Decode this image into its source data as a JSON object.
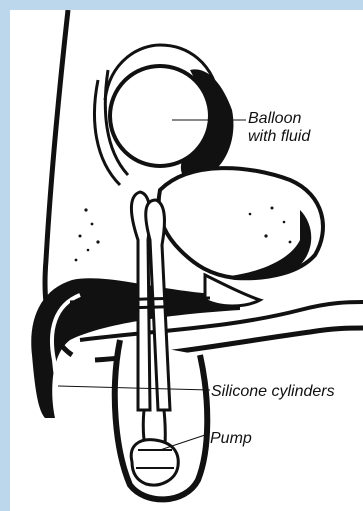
{
  "labels": {
    "balloon": [
      "Balloon",
      "with fluid"
    ],
    "cylinders": "Silicone cylinders",
    "pump": "Pump"
  },
  "colors": {
    "border": "#bcd6ec",
    "ink": "#111111",
    "paper": "#ffffff"
  }
}
